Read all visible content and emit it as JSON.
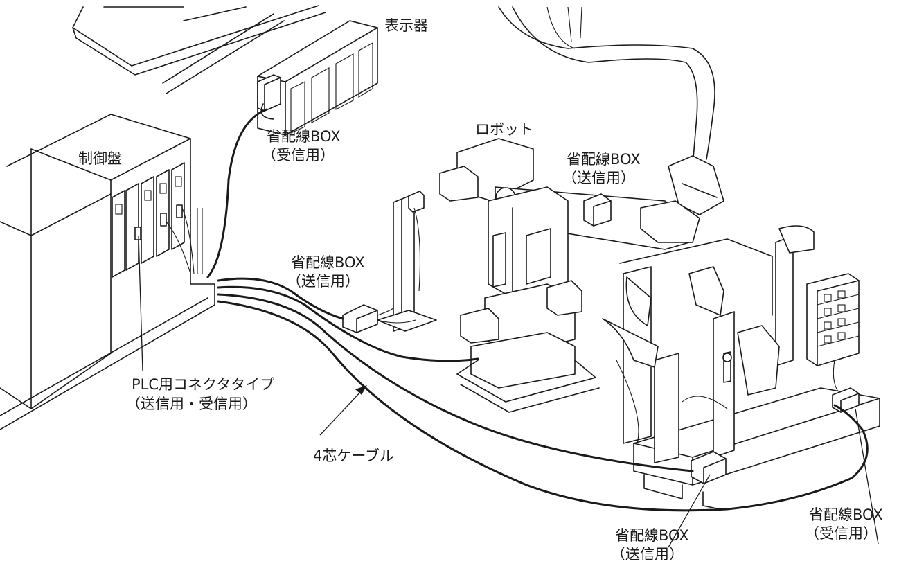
{
  "labels": {
    "display": "表示器",
    "wiring_box_receive_top": {
      "line1": "省配線BOX",
      "line2": "（受信用）"
    },
    "control_panel": "制御盤",
    "robot": "ロボット",
    "wiring_box_send_robot": {
      "line1": "省配線BOX",
      "line2": "（送信用）"
    },
    "wiring_box_send_stand": {
      "line1": "省配線BOX",
      "line2": "（送信用）"
    },
    "plc_connector": {
      "line1": "PLC用コネクタタイプ",
      "line2": "（送信用・受信用）"
    },
    "cable": "4芯ケーブル",
    "wiring_box_send_bottom": {
      "line1": "省配線BOX",
      "line2": "（送信用）"
    },
    "wiring_box_receive_right": {
      "line1": "省配線BOX",
      "line2": "（受信用）"
    }
  }
}
